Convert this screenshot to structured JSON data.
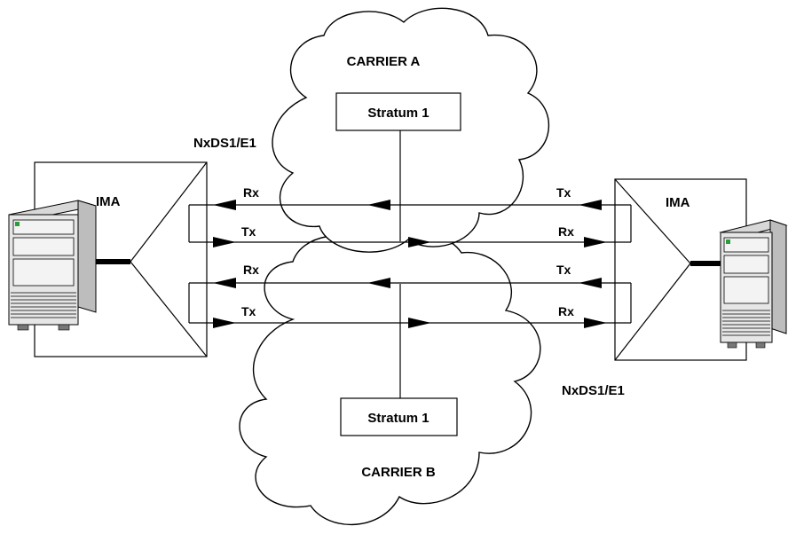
{
  "carriers": {
    "a": {
      "name": "CARRIER A",
      "stratum": "Stratum 1"
    },
    "b": {
      "name": "CARRIER B",
      "stratum": "Stratum 1"
    }
  },
  "links": {
    "top_label": "NxDS1/E1",
    "bottom_label": "NxDS1/E1"
  },
  "endpoints": {
    "left": {
      "label": "IMA"
    },
    "right": {
      "label": "IMA"
    }
  },
  "signals": {
    "rx": "Rx",
    "tx": "Tx"
  }
}
